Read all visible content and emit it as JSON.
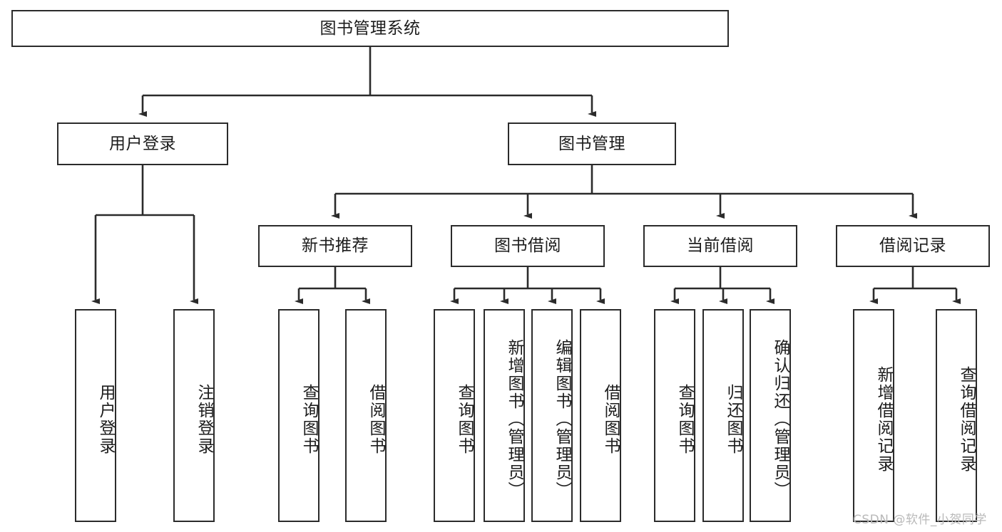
{
  "diagram": {
    "title": "图书管理系统",
    "type": "功能结构图",
    "colors": {
      "box_border": "#2b2b2b",
      "box_fill": "#ffffff",
      "edge": "#2b2b2b",
      "text": "#1c1c1c",
      "watermark": "#b9b9b9",
      "background": "#ffffff"
    },
    "nodes": {
      "root": {
        "label": "图书管理系统"
      },
      "level1": [
        {
          "id": "user-login",
          "label": "用户登录"
        },
        {
          "id": "book-manage",
          "label": "图书管理"
        }
      ],
      "level2": [
        {
          "id": "new-book-recommend",
          "label": "新书推荐"
        },
        {
          "id": "book-borrow",
          "label": "图书借阅"
        },
        {
          "id": "current-borrow",
          "label": "当前借阅"
        },
        {
          "id": "borrow-record",
          "label": "借阅记录"
        }
      ],
      "leaves": {
        "user_login": [
          {
            "id": "leaf-user-login",
            "label": "用户登录"
          },
          {
            "id": "leaf-logout-login",
            "label": "注销登录"
          }
        ],
        "new_book_recommend": [
          {
            "id": "leaf-query-book-1",
            "label": "查询图书"
          },
          {
            "id": "leaf-borrow-book-1",
            "label": "借阅图书"
          }
        ],
        "book_borrow": [
          {
            "id": "leaf-query-book-2",
            "label": "查询图书"
          },
          {
            "id": "leaf-add-book",
            "label": "新增图书（管理员）"
          },
          {
            "id": "leaf-edit-book",
            "label": "编辑图书（管理员）"
          },
          {
            "id": "leaf-borrow-book-2",
            "label": "借阅图书"
          }
        ],
        "current_borrow": [
          {
            "id": "leaf-query-book-3",
            "label": "查询图书"
          },
          {
            "id": "leaf-return-book",
            "label": "归还图书"
          },
          {
            "id": "leaf-confirm-return",
            "label": "确认归还（管理员）"
          }
        ],
        "borrow_record": [
          {
            "id": "leaf-add-borrow-record",
            "label": "新增借阅记录"
          },
          {
            "id": "leaf-query-borrow-record",
            "label": "查询借阅记录"
          }
        ]
      }
    },
    "watermark": "CSDN @软件_小贺同学"
  }
}
